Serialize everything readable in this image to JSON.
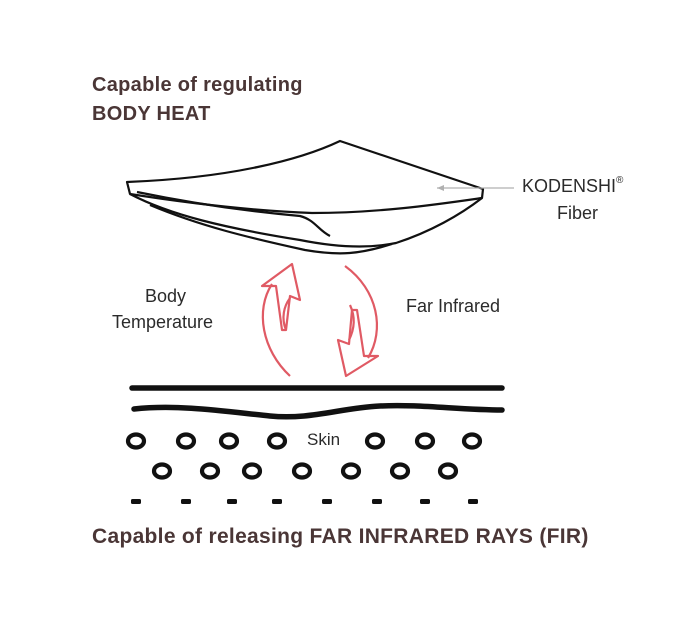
{
  "titles": {
    "top_line1": "Capable of regulating",
    "top_line2": "BODY HEAT",
    "bottom": "Capable of releasing FAR INFRARED RAYS (FIR)"
  },
  "labels": {
    "kodenshi": "KODENSHI",
    "kodenshi_mark": "®",
    "fiber": "Fiber",
    "body_line1": "Body",
    "body_line2": "Temperature",
    "far_infrared": "Far Infrared",
    "skin": "Skin"
  },
  "colors": {
    "text": "#4a3636",
    "line": "#111111",
    "arrow": "#e05a64",
    "pointer": "#b0b0b0"
  }
}
